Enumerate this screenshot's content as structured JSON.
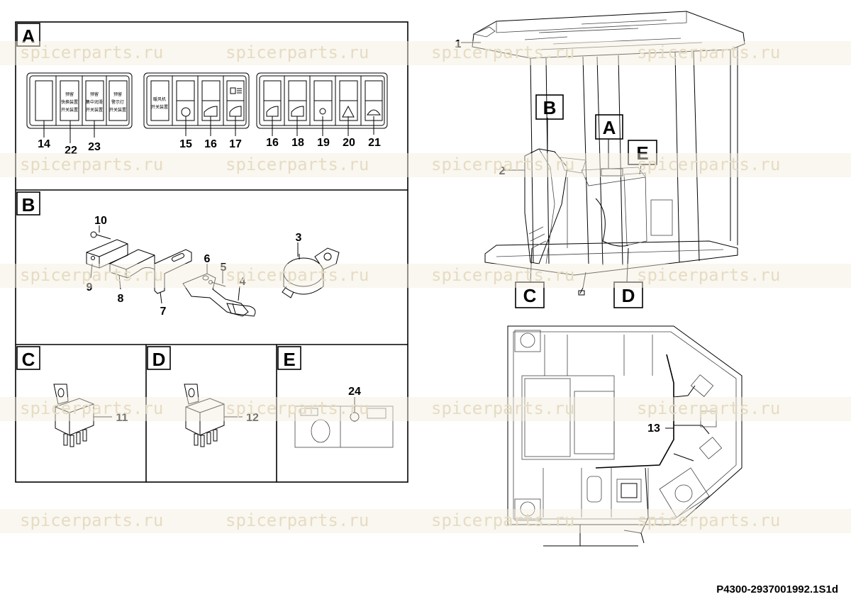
{
  "watermark": "spicerparts.ru",
  "drawing_code": "P4300-2937001992.1S1d",
  "sections": {
    "A": "A",
    "B": "B",
    "C": "C",
    "D": "D",
    "E": "E"
  },
  "panel_a": {
    "switch_labels": [
      "14",
      "22",
      "23",
      "15",
      "16",
      "17",
      "16",
      "18",
      "19",
      "20",
      "21"
    ],
    "switch_texts": {
      "s2": [
        "预留",
        "快换装置",
        "开关装置"
      ],
      "s3": [
        "预留",
        "集中润滑",
        "开关装置"
      ],
      "s4": [
        "预留",
        "警示灯",
        "开关装置"
      ],
      "s5": [
        "暖风机",
        "开关装置"
      ]
    }
  },
  "panel_b": {
    "labels": [
      "10",
      "9",
      "8",
      "7",
      "6",
      "5",
      "4",
      "3"
    ]
  },
  "panel_c": {
    "label": "11"
  },
  "panel_d": {
    "label": "12"
  },
  "panel_e": {
    "label": "24"
  },
  "cab_view": {
    "labels": [
      "1",
      "2",
      "13"
    ],
    "callouts": [
      "B",
      "A",
      "E",
      "C",
      "D"
    ]
  }
}
